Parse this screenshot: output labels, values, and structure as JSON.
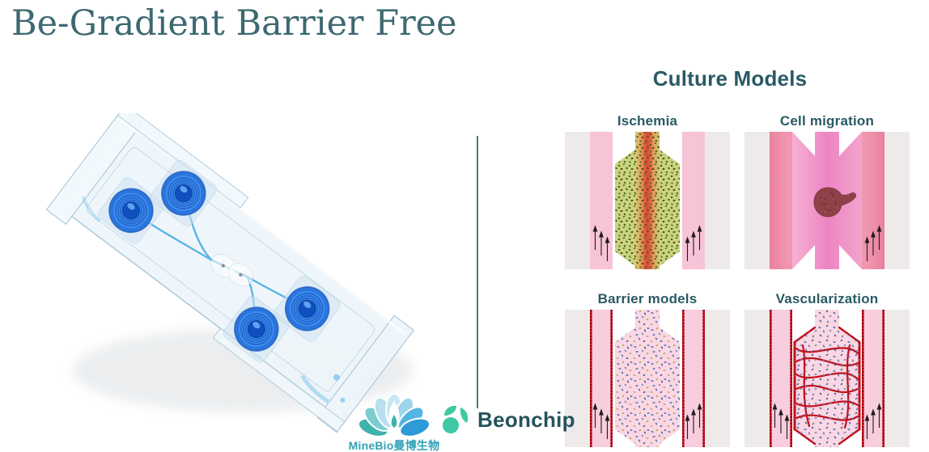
{
  "slide": {
    "title": "Be-Gradient Barrier Free"
  },
  "culture_models": {
    "heading": "Culture Models",
    "panels": [
      {
        "label": "Ischemia",
        "flow_arrows": "both-side-channels"
      },
      {
        "label": "Cell migration",
        "flow_arrows": "right-channel"
      },
      {
        "label": "Barrier models",
        "flow_arrows": "both-side-channels"
      },
      {
        "label": "Vascularization",
        "flow_arrows": "both-side-channels"
      }
    ]
  },
  "logos": {
    "minebio": {
      "wordmark": "MineBio曼博生物",
      "icon": "lotus-petals-icon",
      "color": "#2fa2b5"
    },
    "beonchip": {
      "wordmark": "Beonchip",
      "icon": "segmented-circle-icon",
      "mark_color": "#3ec9a4",
      "text_color": "#26525d"
    }
  },
  "colors": {
    "title_teal": "#3d6971",
    "heading_teal": "#2a5a66",
    "divider_teal": "#4e757d",
    "panel_background": "#edeae9",
    "channel_pink": "#f7c3d7",
    "chamber_pink": "#fbd6e3",
    "migration_magenta": "#ee85c4",
    "migration_salmon": "#f096ae",
    "vessel_red": "#c30e1b",
    "ischemia_green": "#c9d47f",
    "ischemia_red": "#d94a38",
    "speck_blue": "#567cb0",
    "speck_tan": "#b9a75f",
    "spheroid_maroon": "#8e4147",
    "chip_blue": "#2b74dd"
  }
}
